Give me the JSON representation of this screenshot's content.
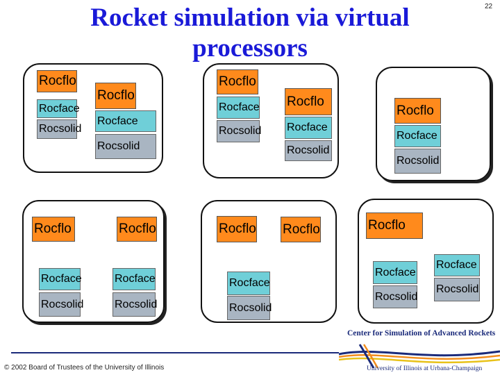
{
  "slide": {
    "title": "Rocket simulation via virtual processors",
    "page_number": "22",
    "footer": "© 2002 Board of Trustees of the University of Illinois"
  },
  "branding": {
    "center_name": "Center for Simulation of Advanced Rockets",
    "university": "University of Illinois at Urbana-Champaign"
  },
  "components": {
    "flo": "Rocflo",
    "face": "Rocface",
    "solid": "Rocsolid"
  },
  "colors": {
    "title": "#1a1ad8",
    "rocflo": "#ff8a1c",
    "rocface": "#6fcfd8",
    "rocsolid": "#a9b5c2"
  }
}
